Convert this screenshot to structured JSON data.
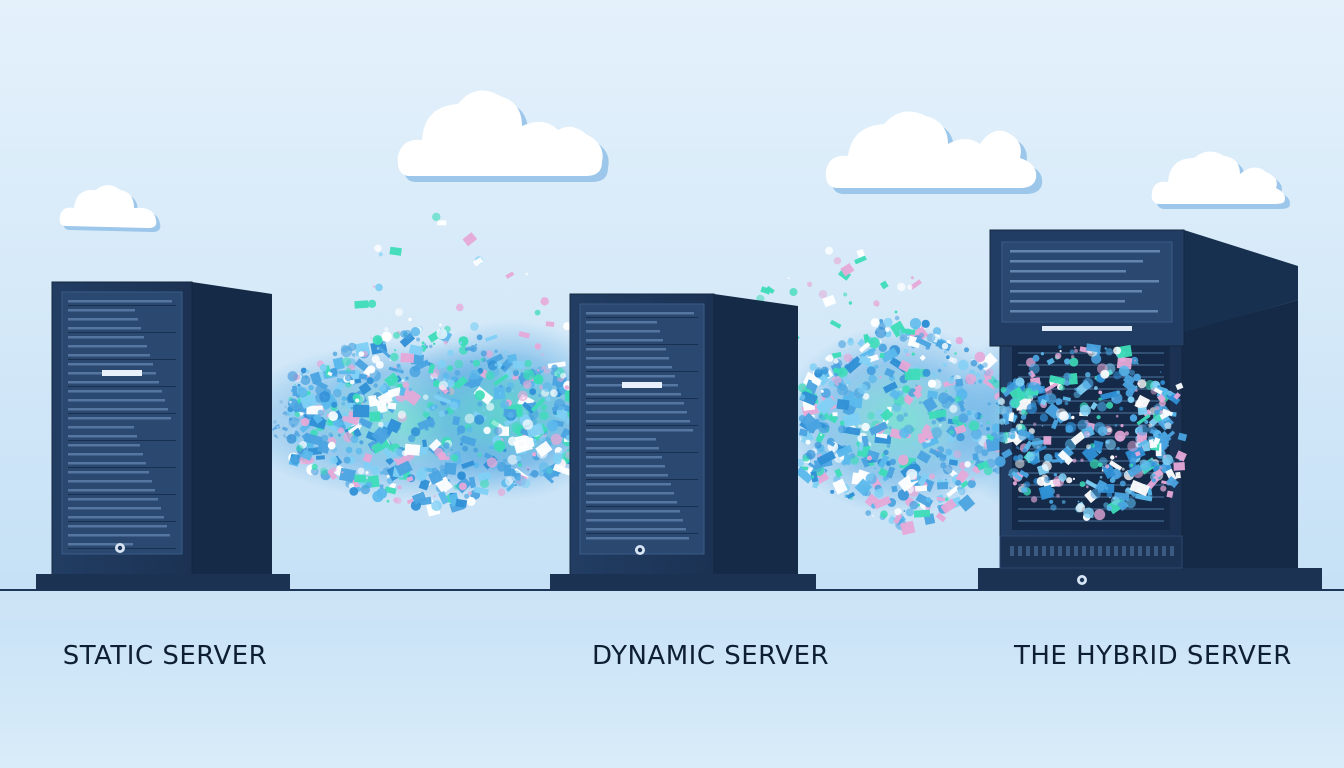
{
  "servers": [
    {
      "label": "STATIC SERVER"
    },
    {
      "label": "DYNAMIC SERVER"
    },
    {
      "label": "THE HYBRID SERVER"
    }
  ],
  "colors": {
    "sky_top": "#e4f1fb",
    "sky_bottom": "#c6e1f6",
    "cloud": "#ffffff",
    "cloud_shadow": "#9cc7ea",
    "server_body": "#1e3658",
    "server_side": "#152a47",
    "server_panel": "#2b4870",
    "floor_line": "#1d3657",
    "stream_blue": "#4aa3e0",
    "stream_teal": "#3ddcb8",
    "confetti_pink": "#e6a9d8",
    "confetti_white": "#ffffff",
    "label_text": "#0f1f33"
  },
  "icons": [
    "cloud-icon",
    "server-tower-icon",
    "power-button-icon"
  ]
}
